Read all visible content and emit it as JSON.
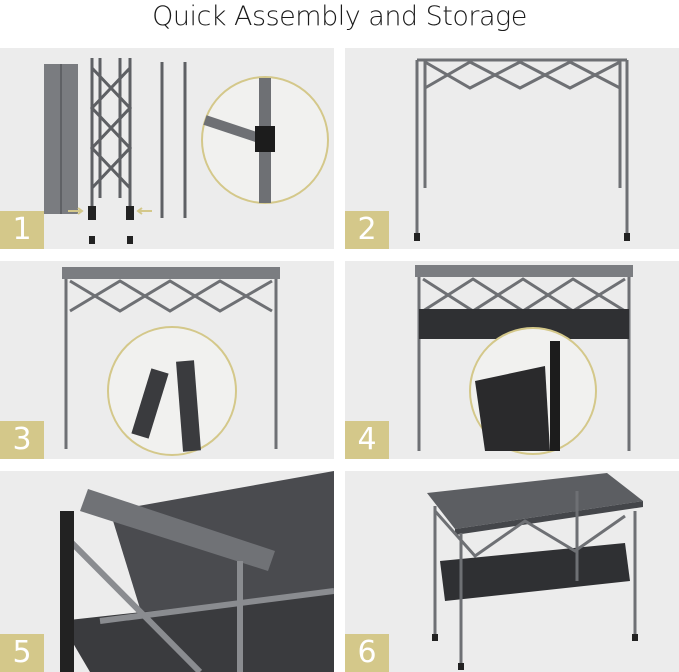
{
  "title": "Quick Assembly and Storage",
  "steps": [
    {
      "number": "1",
      "description": "Folded table top and frame with leg tubes; detail of locking clip"
    },
    {
      "number": "2",
      "description": "Frame extended with legs"
    },
    {
      "number": "3",
      "description": "Top bar installed; detail of leg tube connection"
    },
    {
      "number": "4",
      "description": "Storage shelf attached; detail of shelf hook"
    },
    {
      "number": "5",
      "description": "Table top rolled onto frame"
    },
    {
      "number": "6",
      "description": "Fully assembled table with storage shelf"
    }
  ],
  "colors": {
    "badge": "#d4c88a",
    "panel": "#ececec",
    "frame": "#6e7074"
  }
}
